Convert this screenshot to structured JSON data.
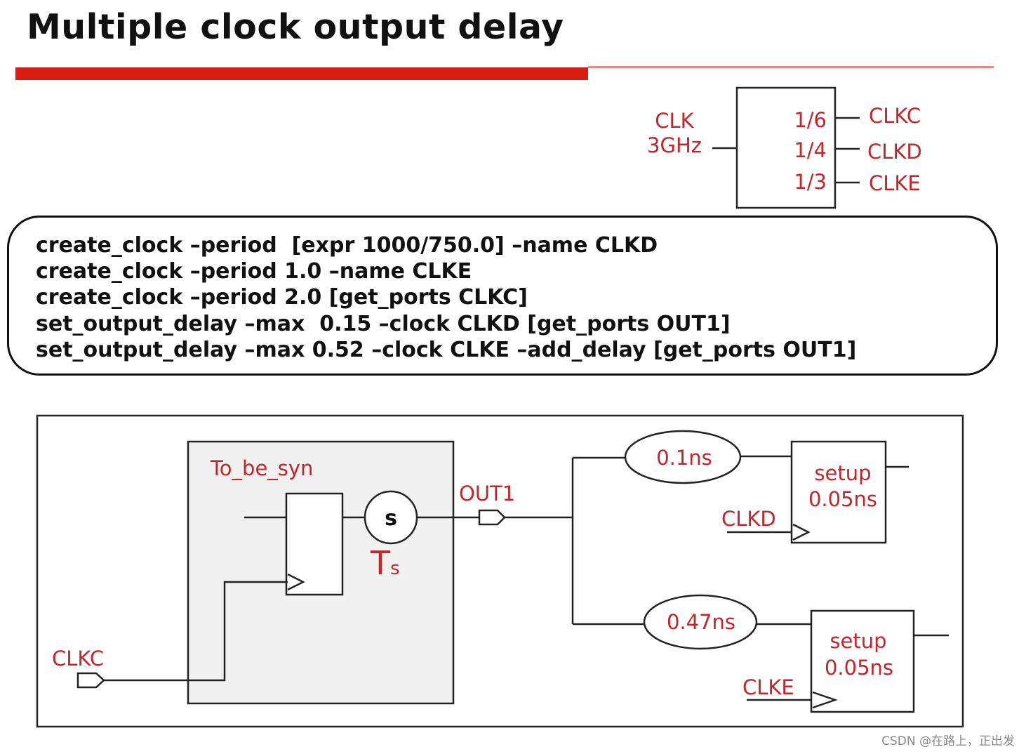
{
  "title": "Multiple clock output delay",
  "divider": {
    "ratio_block": {
      "input_label": "CLK",
      "input_freq": "3GHz",
      "ratios": [
        "1/6",
        "1/4",
        "1/3"
      ],
      "outputs": [
        "CLKC",
        "CLKD",
        "CLKE"
      ]
    }
  },
  "code_lines": [
    "create_clock –period  [expr 1000/750.0] –name CLKD",
    "create_clock –period 1.0 –name CLKE",
    "create_clock –period 2.0 [get_ports CLKC]",
    "set_output_delay –max  0.15 –clock CLKD [get_ports OUT1]",
    "set_output_delay –max 0.52 –clock CLKE –add_delay [get_ports OUT1]"
  ],
  "circuit": {
    "module_name": "To_be_syn",
    "combo_label": "s",
    "ts_main": "T",
    "ts_sub": "s",
    "out_port": "OUT1",
    "in_clock": "CLKC",
    "delay_top": "0.1ns",
    "delay_bottom": "0.47ns",
    "ff_top": {
      "setup_label": "setup",
      "setup_value": "0.05ns",
      "clock": "CLKD"
    },
    "ff_bottom": {
      "setup_label": "setup",
      "setup_value": "0.05ns",
      "clock": "CLKE"
    }
  },
  "colors": {
    "accent": "#d81e12",
    "label": "#c0262c",
    "module_fill": "#f0f0f0"
  },
  "watermark": "CSDN @在路上，正出发"
}
